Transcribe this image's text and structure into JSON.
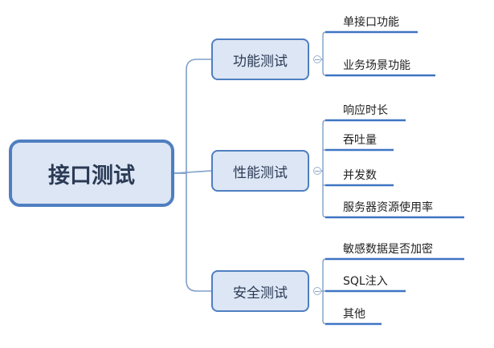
{
  "mindmap": {
    "root": {
      "label": "接口测试"
    },
    "branches": [
      {
        "label": "功能测试",
        "children": [
          "单接口功能",
          "业务场景功能"
        ]
      },
      {
        "label": "性能测试",
        "children": [
          "响应时长",
          "吞吐量",
          "并发数",
          "服务器资源使用率"
        ]
      },
      {
        "label": "安全测试",
        "children": [
          "敏感数据是否加密",
          "SQL注入",
          "其他"
        ]
      }
    ]
  },
  "colors": {
    "node_fill": "#dce6f4",
    "node_border": "#4f7fc1",
    "connector": "#7fa0c8",
    "leaf_underline": "#3f74c4"
  }
}
